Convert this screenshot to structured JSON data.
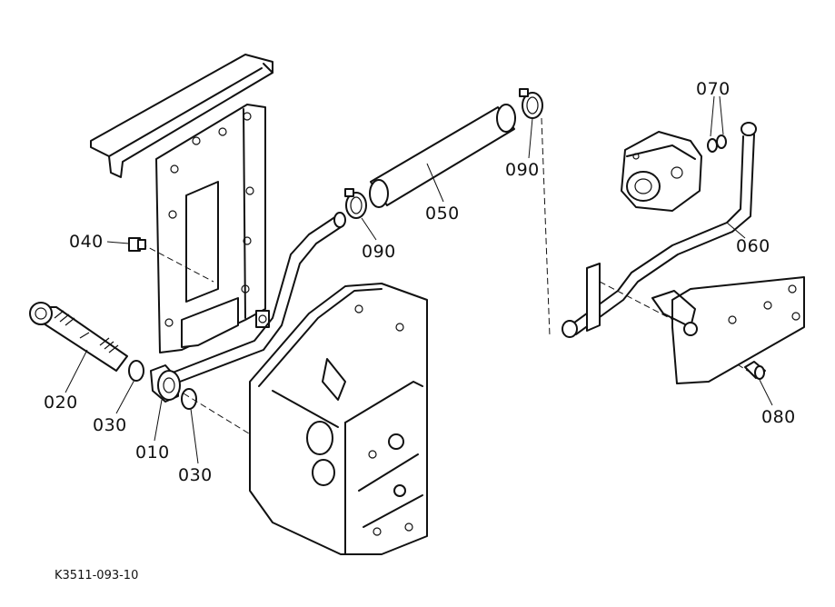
{
  "figure": {
    "reference_code": "K3511-093-10",
    "part_labels": {
      "p010": "010",
      "p020": "020",
      "p030a": "030",
      "p030b": "030",
      "p040": "040",
      "p050": "050",
      "p060": "060",
      "p070": "070",
      "p080": "080",
      "p090a": "090",
      "p090b": "090"
    }
  }
}
